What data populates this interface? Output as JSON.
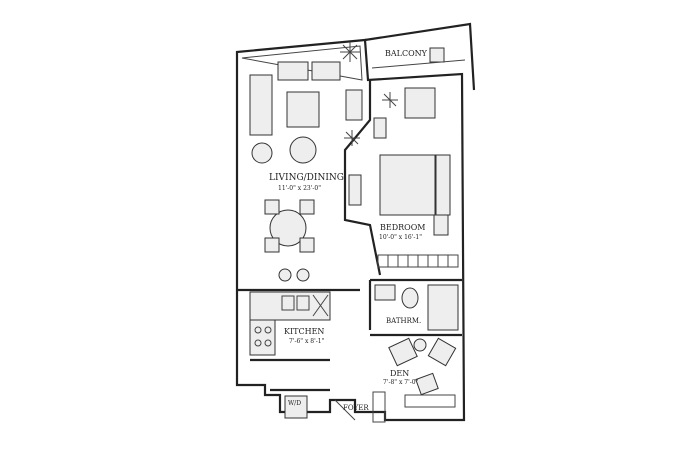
{
  "rooms": {
    "balcony": {
      "name": "BALCONY"
    },
    "living": {
      "name": "LIVING/DINING",
      "dims": "11'-0\" x 23'-0\""
    },
    "bedroom": {
      "name": "BEDROOM",
      "dims": "10'-0\" x 16'-1\""
    },
    "kitchen": {
      "name": "KITCHEN",
      "dims": "7'-6\" x 8'-1\""
    },
    "bathroom": {
      "name": "BATHRM."
    },
    "den": {
      "name": "DEN",
      "dims": "7'-8\" x 7'-0\""
    },
    "laundry": {
      "name": "W/D"
    },
    "foyer": {
      "name": "FOYER"
    }
  }
}
